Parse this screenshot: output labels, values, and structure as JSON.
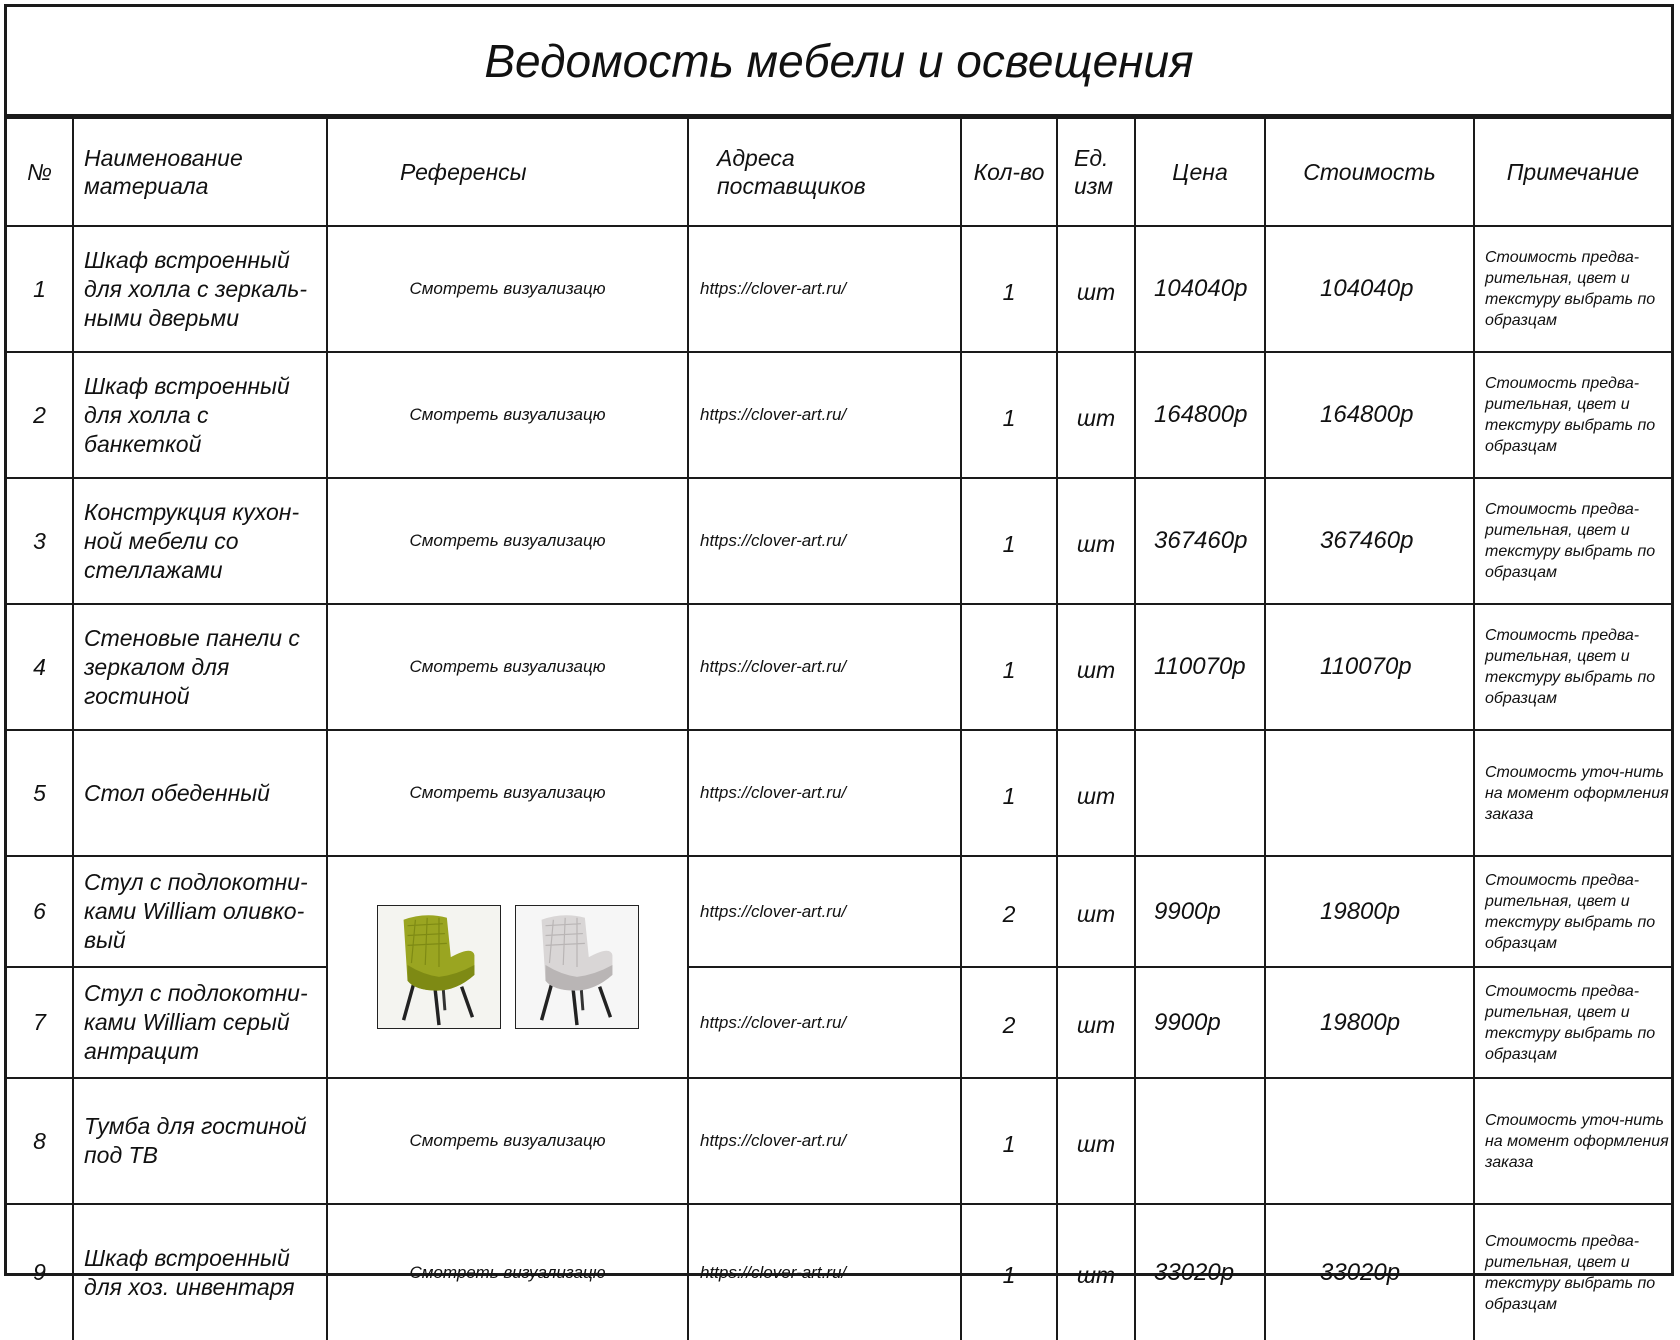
{
  "document": {
    "title": "Ведомость мебели и освещения",
    "headers": {
      "num": "№",
      "name": "Наименование материала",
      "refs": "Референсы",
      "suppliers": "Адреса поставщиков",
      "qty": "Кол-во",
      "unit": "Ед. изм",
      "price": "Цена",
      "cost": "Стоимость",
      "note": "Примечание"
    },
    "ref_link_text": "Смотреть визуализацю",
    "rows": [
      {
        "num": "1",
        "name": "Шкаф встроенный для холла с зеркаль-ными дверьми",
        "url": "https://clover-art.ru/",
        "qty": "1",
        "unit": "шт",
        "price": "104040р",
        "cost": "104040р",
        "note": "Стоимость предва-рительная, цвет и текстуру выбрать по образцам"
      },
      {
        "num": "2",
        "name": "Шкаф встроенный для холла с банкеткой",
        "url": "https://clover-art.ru/",
        "qty": "1",
        "unit": "шт",
        "price": "164800р",
        "cost": "164800р",
        "note": "Стоимость предва-рительная, цвет и текстуру выбрать по образцам"
      },
      {
        "num": "3",
        "name": "Конструкция кухон-ной мебели со стеллажами",
        "url": "https://clover-art.ru/",
        "qty": "1",
        "unit": "шт",
        "price": "367460р",
        "cost": "367460р",
        "note": "Стоимость предва-рительная, цвет и текстуру выбрать по образцам"
      },
      {
        "num": "4",
        "name": "Стеновые панели с зеркалом для гостиной",
        "url": "https://clover-art.ru/",
        "qty": "1",
        "unit": "шт",
        "price": "110070р",
        "cost": "110070р",
        "note": "Стоимость предва-рительная, цвет и текстуру выбрать по образцам"
      },
      {
        "num": "5",
        "name": "Стол обеденный",
        "url": "https://clover-art.ru/",
        "qty": "1",
        "unit": "шт",
        "price": "",
        "cost": "",
        "note": "Стоимость уточ-нить на момент оформления заказа"
      },
      {
        "num": "6",
        "name": "Стул с подлокотни-ками William оливко-вый",
        "url": "https://clover-art.ru/",
        "qty": "2",
        "unit": "шт",
        "price": "9900р",
        "cost": "19800р",
        "note": "Стоимость предва-рительная, цвет и текстуру выбрать по образцам"
      },
      {
        "num": "7",
        "name": "Стул с подлокотни-ками William серый антрацит",
        "url": "https://clover-art.ru/",
        "qty": "2",
        "unit": "шт",
        "price": "9900р",
        "cost": "19800р",
        "note": "Стоимость предва-рительная, цвет и текстуру выбрать по образцам"
      },
      {
        "num": "8",
        "name": "Тумба для гостиной под ТВ",
        "url": "https://clover-art.ru/",
        "qty": "1",
        "unit": "шт",
        "price": "",
        "cost": "",
        "note": "Стоимость уточ-нить на момент оформления заказа"
      },
      {
        "num": "9",
        "name": "Шкаф встроенный для хоз. инвентаря",
        "url": "https://clover-art.ru/",
        "qty": "1",
        "unit": "шт",
        "price": "33020р",
        "cost": "33020р",
        "note": "Стоимость предва-рительная, цвет и текстуру выбрать по образцам"
      }
    ],
    "chair_images": [
      {
        "icon": "olive-armchair-photo",
        "seat_color": "#9aa521",
        "shade_color": "#7e8a14"
      },
      {
        "icon": "grey-armchair-photo",
        "seat_color": "#d9d6d6",
        "shade_color": "#b9b5b5"
      }
    ]
  }
}
